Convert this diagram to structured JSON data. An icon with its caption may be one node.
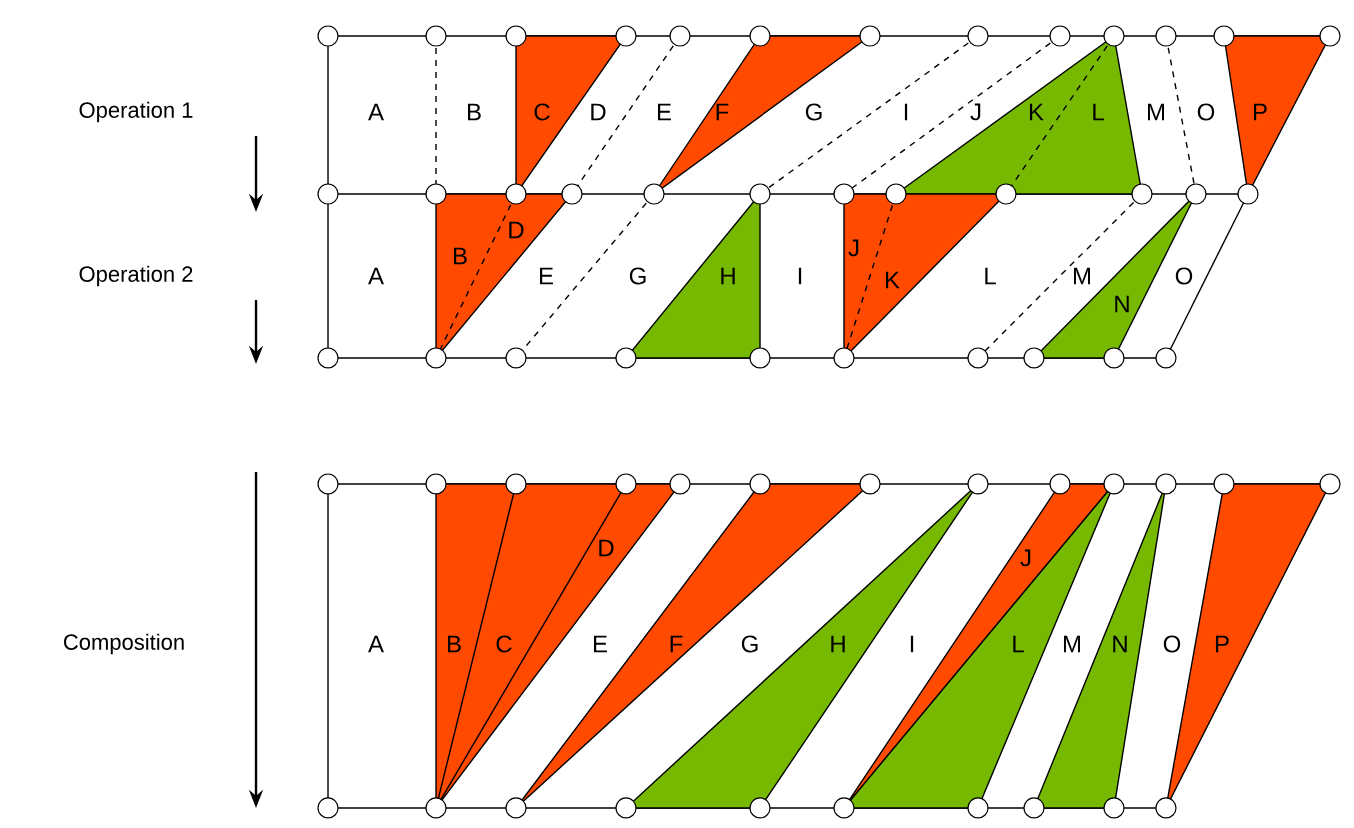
{
  "diagram": {
    "labels": [
      "Operation 1",
      "A",
      "B",
      "C",
      "D",
      "E",
      "F",
      "G",
      "I",
      "J",
      "K",
      "L",
      "M",
      "O",
      "P",
      "Operation 2",
      "A",
      "B",
      "D",
      "E",
      "G",
      "H",
      "I",
      "J",
      "K",
      "L",
      "M",
      "N",
      "O",
      "Composition",
      "A",
      "B",
      "C",
      "D",
      "E",
      "F",
      "G",
      "H",
      "I",
      "J",
      "L",
      "M",
      "N",
      "O",
      "P"
    ]
  }
}
